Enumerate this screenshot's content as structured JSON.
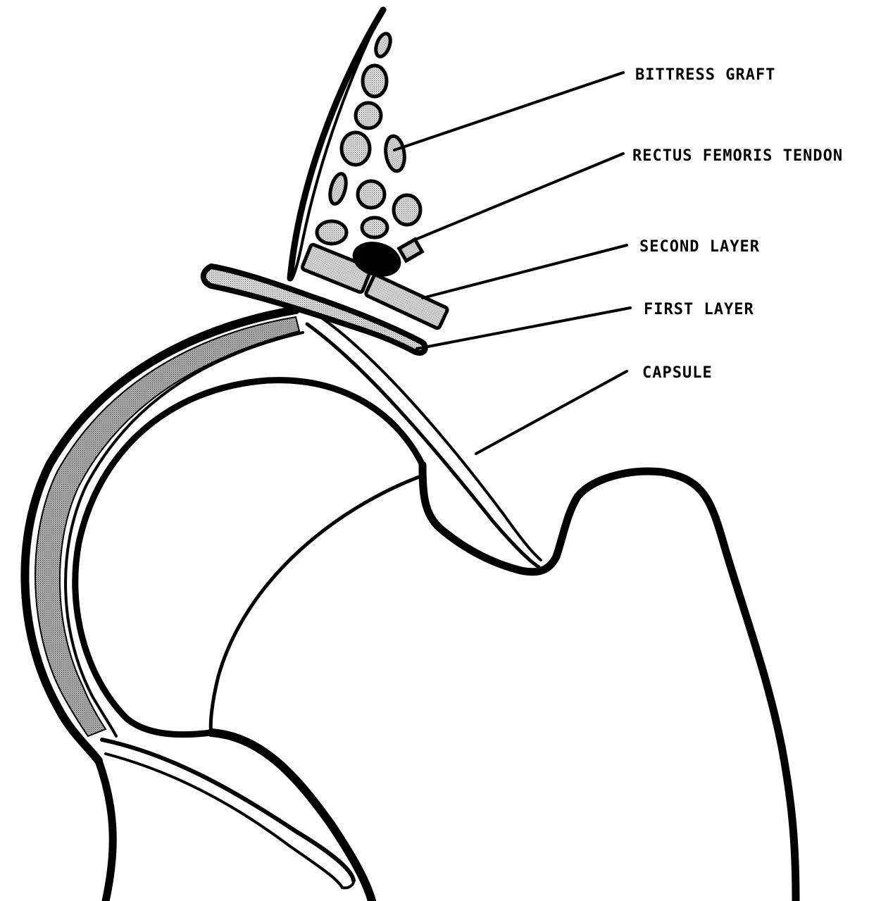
{
  "diagram": {
    "labels": {
      "buttress_graft": "BITTRESS GRAFT",
      "rectus_femoris_tendon": "RECTUS FEMORIS TENDON",
      "second_layer": "SECOND LAYER",
      "first_layer": "FIRST LAYER",
      "capsule": "CAPSULE"
    },
    "colors": {
      "outline": "#000000",
      "graft_fill": "#d4d4d4",
      "cartilage_fill": "#a8a8a8",
      "background": "#ffffff"
    }
  }
}
